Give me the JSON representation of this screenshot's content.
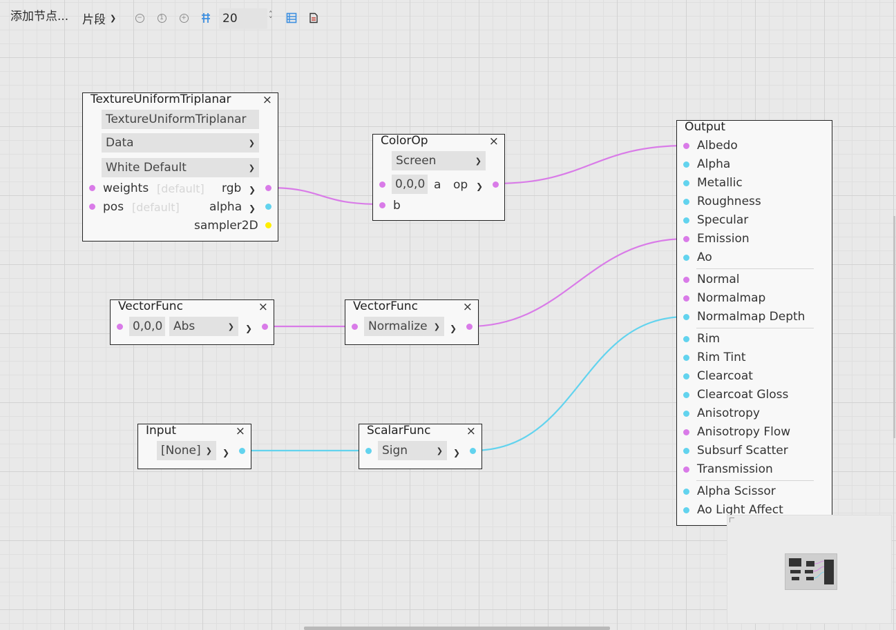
{
  "toolbar": {
    "add_node_label": "添加节点...",
    "mode_value": "片段",
    "zoom_out_icon": "zoom-out-icon",
    "zoom_reset_icon": "zoom-reset-icon",
    "zoom_in_icon": "zoom-in-icon",
    "snap_icon": "snap-grid-icon",
    "snap_value": "20",
    "layout_icon": "arrange-icon",
    "preview_icon": "preview-icon"
  },
  "colors": {
    "vector_port": "#d97be8",
    "scalar_port": "#62d3ee",
    "sampler_port": "#ffee00"
  },
  "nodes": {
    "triplanar": {
      "title": "TextureUniformTriplanar",
      "name_value": "TextureUniformTriplanar",
      "type_value": "Data",
      "default_value": "White Default",
      "inputs": [
        {
          "name": "weights",
          "hint": "[default]"
        },
        {
          "name": "pos",
          "hint": "[default]"
        }
      ],
      "outputs": [
        "rgb",
        "alpha",
        "sampler2D"
      ]
    },
    "colorop": {
      "title": "ColorOp",
      "op_value": "Screen",
      "a_value": "0,0,0",
      "a_label": "a",
      "b_label": "b",
      "output": "op"
    },
    "vecfunc1": {
      "title": "VectorFunc",
      "value": "0,0,0",
      "func": "Abs"
    },
    "vecfunc2": {
      "title": "VectorFunc",
      "func": "Normalize"
    },
    "input": {
      "title": "Input",
      "value": "[None]"
    },
    "scalarfunc": {
      "title": "ScalarFunc",
      "func": "Sign"
    },
    "output": {
      "title": "Output",
      "groups": [
        [
          "Albedo",
          "Alpha",
          "Metallic",
          "Roughness",
          "Specular",
          "Emission",
          "Ao"
        ],
        [
          "Normal",
          "Normalmap",
          "Normalmap Depth"
        ],
        [
          "Rim",
          "Rim Tint",
          "Clearcoat",
          "Clearcoat Gloss",
          "Anisotropy",
          "Anisotropy Flow",
          "Subsurf Scatter",
          "Transmission"
        ],
        [
          "Alpha Scissor",
          "Ao Light Affect"
        ]
      ]
    }
  },
  "close_glyph": "×"
}
